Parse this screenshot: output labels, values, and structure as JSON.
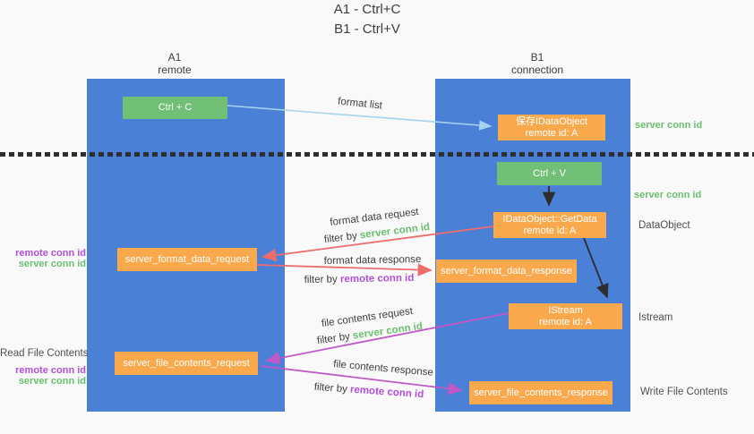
{
  "title": {
    "line1": "A1 - Ctrl+C",
    "line2": "B1 - Ctrl+V"
  },
  "colors": {
    "column_blue": "#4a80d5",
    "node_green": "#71c076",
    "node_orange": "#f9a94c",
    "green_id_text": "#6abf6e",
    "purple_id_text": "#b14fd4",
    "red_arrow": "#ee6c6c",
    "magenta_arrow": "#c058c8",
    "light_blue_arrow": "#a6d3f0",
    "black_arrow": "#2d2d2d",
    "background": "#f9f9f9"
  },
  "columns": {
    "left": {
      "name": "A1",
      "role": "remote"
    },
    "right": {
      "name": "B1",
      "role": "connection"
    }
  },
  "nodes": {
    "ctrl_c": {
      "label": "Ctrl + C"
    },
    "save_idataobject": {
      "line1": "保存IDataObject",
      "line2": "remote id: A"
    },
    "ctrl_v": {
      "label": "Ctrl + V"
    },
    "getdata": {
      "line1": "IDataObject::GetData",
      "line2": "remote id: A"
    },
    "format_request": {
      "label": "server_format_data_request"
    },
    "format_response": {
      "label": "server_format_data_response"
    },
    "istream": {
      "line1": "IStream",
      "line2": "remote id: A"
    },
    "file_request": {
      "label": "server_file_contents_request"
    },
    "file_response": {
      "label": "server_file_contents_response"
    }
  },
  "flow_labels": {
    "format_list": "format list",
    "format_data_request": "format data request",
    "format_data_response": "format data response",
    "file_contents_request": "file contents request",
    "file_contents_response": "file contents response",
    "filter_by": "filter by",
    "server_conn_id": "server conn id",
    "remote_conn_id": "remote conn id"
  },
  "side_labels": {
    "server_conn_id_top": "server conn id",
    "server_conn_id_mid": "server conn id",
    "dataobject": "DataObject",
    "istream": "Istream",
    "write_file_contents": "Write File Contents",
    "read_file_contents": "Read File Contents",
    "remote_conn_id": "remote conn id",
    "server_conn_id": "server conn id"
  }
}
